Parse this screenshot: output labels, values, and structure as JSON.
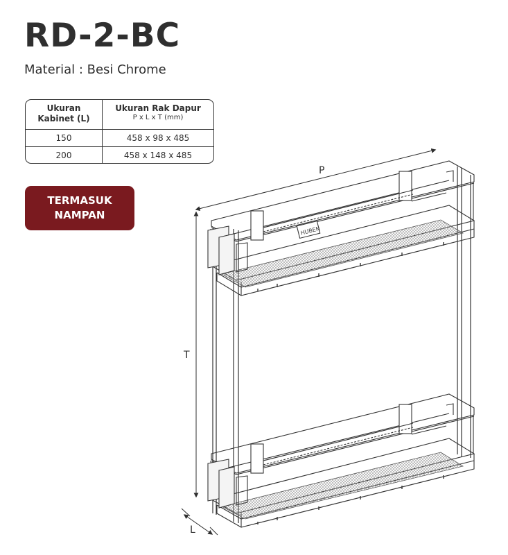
{
  "product": {
    "title": "RD-2-BC",
    "material": "Material : Besi Chrome"
  },
  "spec_table": {
    "header_col1_line1": "Ukuran",
    "header_col1_line2": "Kabinet (L)",
    "header_col2_line1": "Ukuran Rak Dapur",
    "header_col2_line2": "P x L x T (mm)",
    "rows": [
      {
        "cabinet": "150",
        "size": "458 x 98 x 485"
      },
      {
        "cabinet": "200",
        "size": "458 x 148 x 485"
      }
    ]
  },
  "badge": {
    "line1": "TERMASUK",
    "line2": "NAMPAN",
    "color": "#7a1a1f"
  },
  "diagram": {
    "dim_p": "P",
    "dim_t": "T",
    "dim_l": "L",
    "brand_plate": "HUBEN"
  }
}
